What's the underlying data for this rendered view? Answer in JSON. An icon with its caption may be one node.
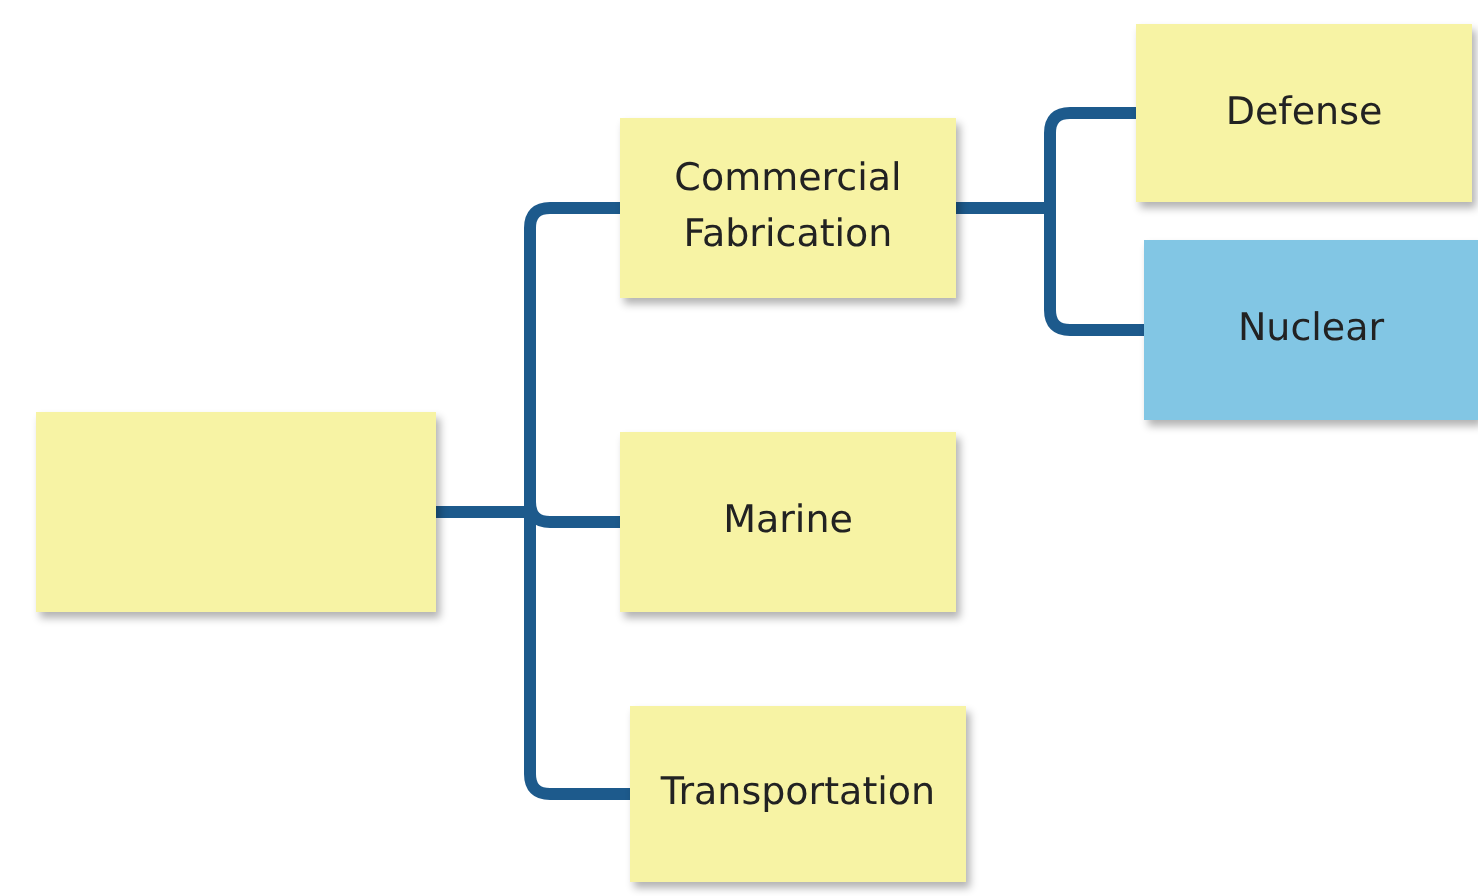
{
  "diagram": {
    "nodes": [
      {
        "text": [],
        "shape": "box"
      },
      {
        "text": [
          "Commercial Fabrication"
        ]
      },
      {
        "text": [
          "Marine"
        ]
      },
      {
        "text": [
          "Transportation"
        ]
      },
      {
        "text": [
          "Defense"
        ]
      },
      {
        "text": [
          "Nuclear"
        ]
      }
    ],
    "edges": [
      {
        "from": 0,
        "to": 1,
        "arrow": "none"
      },
      {
        "from": 0,
        "to": 2,
        "arrow": "none"
      },
      {
        "from": 0,
        "to": 3,
        "arrow": "none"
      },
      {
        "from": 1,
        "to": 4,
        "arrow": "none"
      },
      {
        "from": 1,
        "to": 5,
        "arrow": "none"
      }
    ]
  }
}
